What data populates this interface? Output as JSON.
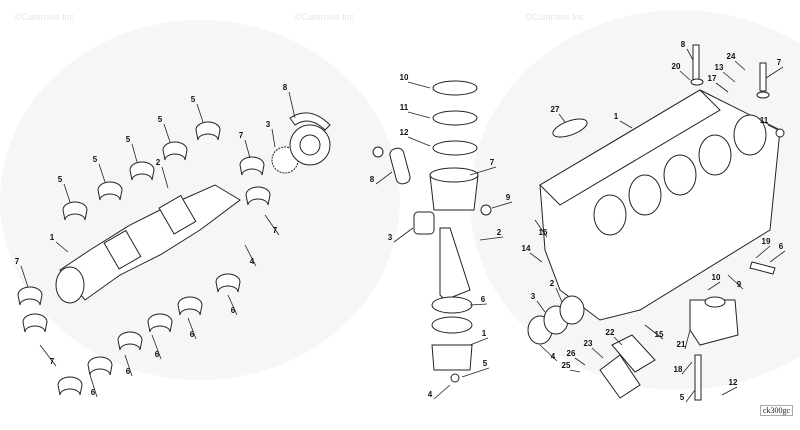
{
  "watermark": {
    "copyright": "©Cummins Inc",
    "brand": "Cummins"
  },
  "figure_code": "ck300gc",
  "crankshaft_group": {
    "callouts": [
      "8",
      "3",
      "7",
      "5",
      "5",
      "5",
      "2",
      "5",
      "5",
      "1",
      "7",
      "7",
      "4",
      "6",
      "6",
      "7",
      "6",
      "6",
      "6"
    ]
  },
  "piston_group": {
    "callouts": [
      "10",
      "11",
      "12",
      "7",
      "8",
      "9",
      "3",
      "2",
      "6",
      "1",
      "5",
      "4"
    ]
  },
  "block_group": {
    "callouts": [
      "8",
      "20",
      "24",
      "13",
      "17",
      "7",
      "27",
      "1",
      "11",
      "16",
      "14",
      "2",
      "3",
      "4",
      "19",
      "6",
      "10",
      "9",
      "15",
      "22",
      "23",
      "26",
      "25",
      "21",
      "18",
      "12",
      "5"
    ]
  }
}
